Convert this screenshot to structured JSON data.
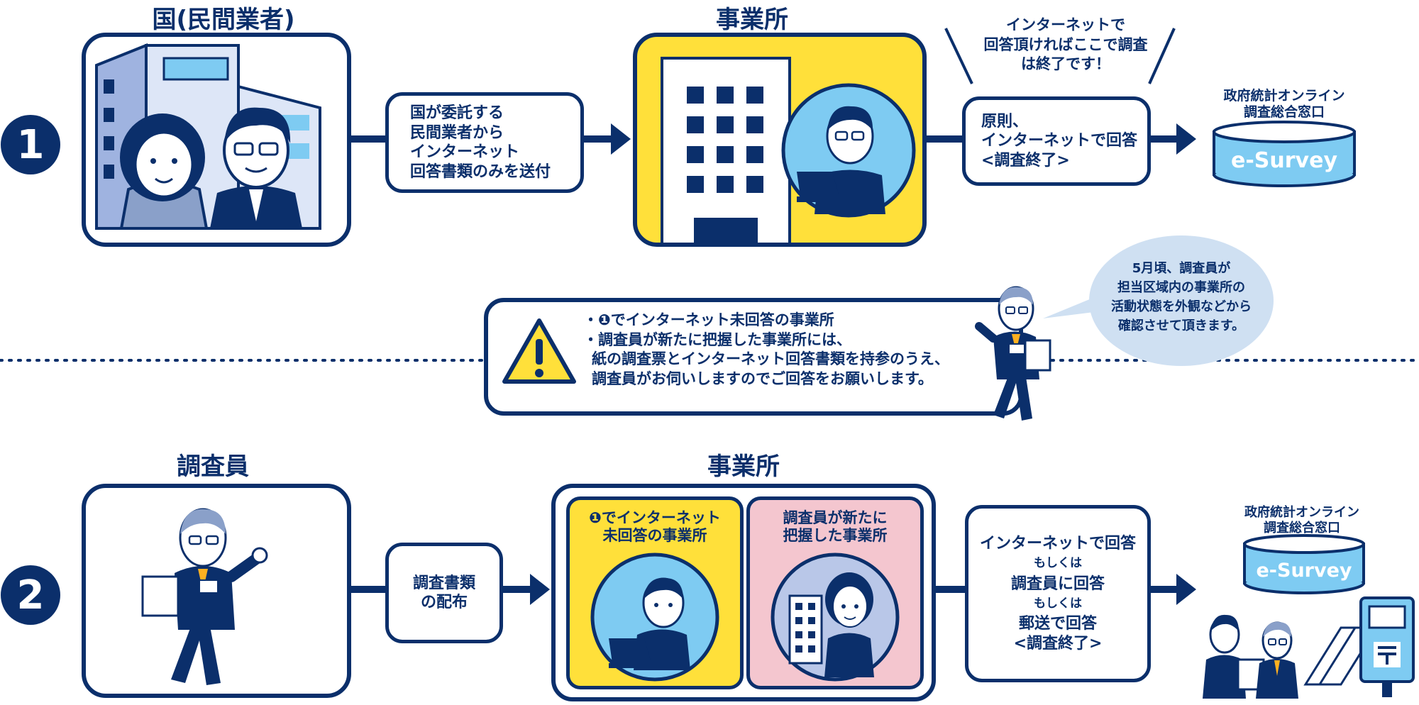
{
  "step1": {
    "number": "1",
    "gov_title": "国(民間業者)",
    "flow_note_lines": [
      "国が委託する",
      "民間業者から",
      "インターネット",
      "回答書類のみを送付"
    ],
    "office_title": "事業所",
    "callout_lines": [
      "インターネットで",
      "回答頂ければここで調査",
      "は終了です！"
    ],
    "answer_lines": [
      "原則、",
      "インターネットで回答",
      "<調査終了>"
    ],
    "portal_lines": [
      "政府統計オンライン",
      "調査総合窓口"
    ],
    "portal_logo": "e-Survey"
  },
  "middle": {
    "bullets": [
      "・❶でインターネット未回答の事業所",
      "・調査員が新たに把握した事業所には、",
      "紙の調査票とインターネット回答書類を持参のうえ、",
      "調査員がお伺いしますのでご回答をお願いします。"
    ],
    "speech_lines": [
      "5月頃、調査員が",
      "担当区域内の事業所の",
      "活動状態を外観などから",
      "確認させて頂きます。"
    ]
  },
  "step2": {
    "number": "2",
    "investigator_title": "調査員",
    "flow_note_lines": [
      "調査書類",
      "の配布"
    ],
    "office_title": "事業所",
    "sub_a_lines": [
      "❶でインターネット",
      "未回答の事業所"
    ],
    "sub_b_lines": [
      "調査員が新たに",
      "把握した事業所"
    ],
    "answer_lines": [
      "インターネットで回答",
      "もしくは",
      "調査員に回答",
      "もしくは",
      "郵送で回答",
      "<調査終了>"
    ],
    "portal_lines": [
      "政府統計オンライン",
      "調査総合窓口"
    ],
    "portal_logo": "e-Survey"
  },
  "colors": {
    "navy": "#0b2f6b",
    "yellow": "#ffe03a",
    "light_blue": "#7ecbf2",
    "pink": "#f4c6cf",
    "lavender": "#b9c7e8",
    "speech_bg": "#cfe0f2"
  }
}
